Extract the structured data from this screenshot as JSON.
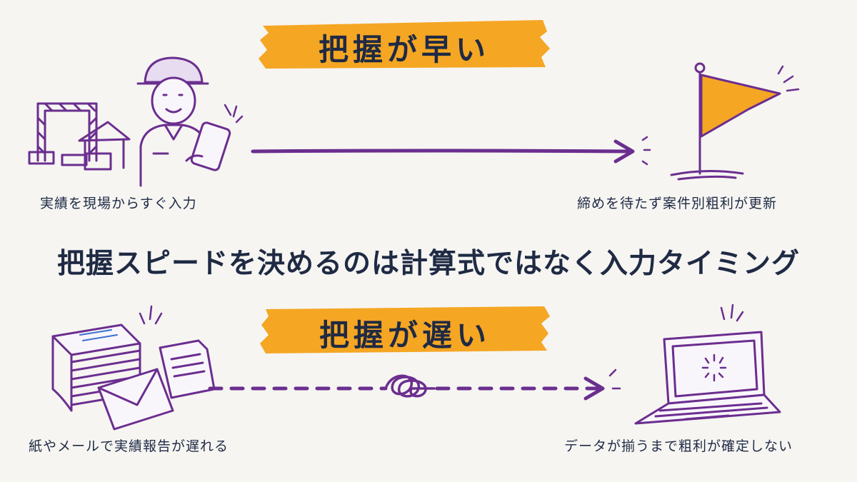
{
  "fast": {
    "title": "把握が早い",
    "left_caption": "実績を現場からすぐ入力",
    "right_caption": "締めを待たず案件別粗利が更新"
  },
  "headline": "把握スピードを決めるのは計算式ではなく入力タイミング",
  "slow": {
    "title": "把握が遅い",
    "left_caption": "紙やメールで実績報告が遅れる",
    "right_caption": "データが揃うまで粗利が確定しない"
  },
  "colors": {
    "accent_orange": "#f5a623",
    "accent_purple": "#6b2e8f",
    "text_navy": "#1f2a44",
    "background": "#f6f5f2"
  },
  "icons": [
    "construction-worker-icon",
    "tablet-icon",
    "stage-truss-icon",
    "tent-icon",
    "flag-icon",
    "paper-stack-icon",
    "envelope-icon",
    "document-icon",
    "laptop-icon",
    "loading-spinner-icon",
    "tangle-icon"
  ]
}
